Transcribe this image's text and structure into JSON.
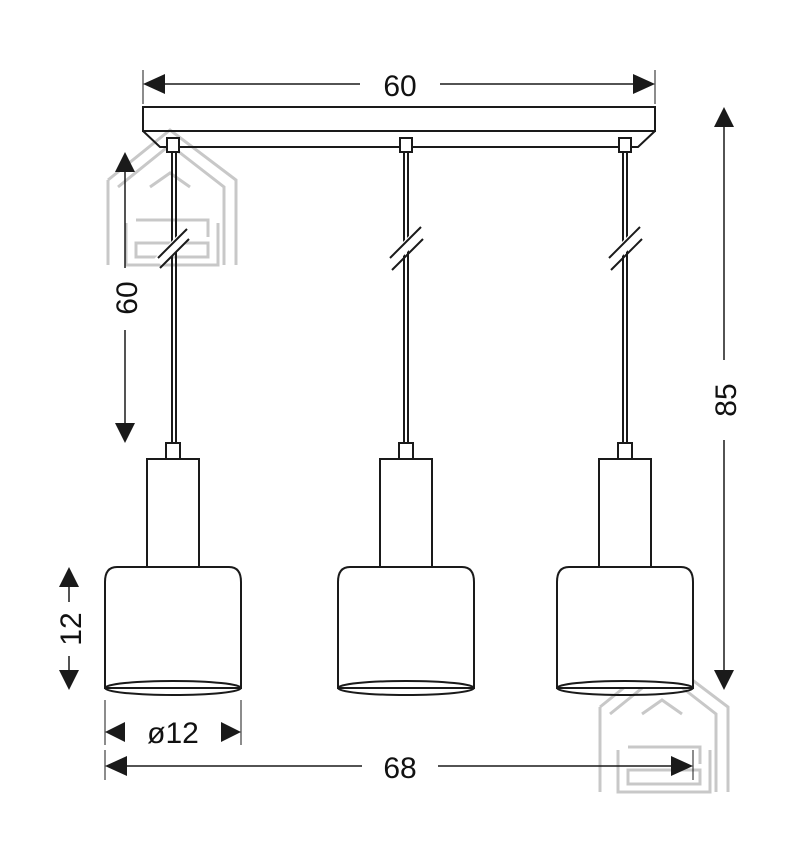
{
  "dimensions": {
    "canopy_width": "60",
    "cable_length": "60",
    "total_height": "85",
    "shade_height": "12",
    "shade_diameter": "ø12",
    "total_width": "68"
  },
  "colors": {
    "line": "#1a1a1a",
    "watermark": "#c8c8c8",
    "background": "#ffffff"
  },
  "watermark_icon": "house-sofa-icon"
}
